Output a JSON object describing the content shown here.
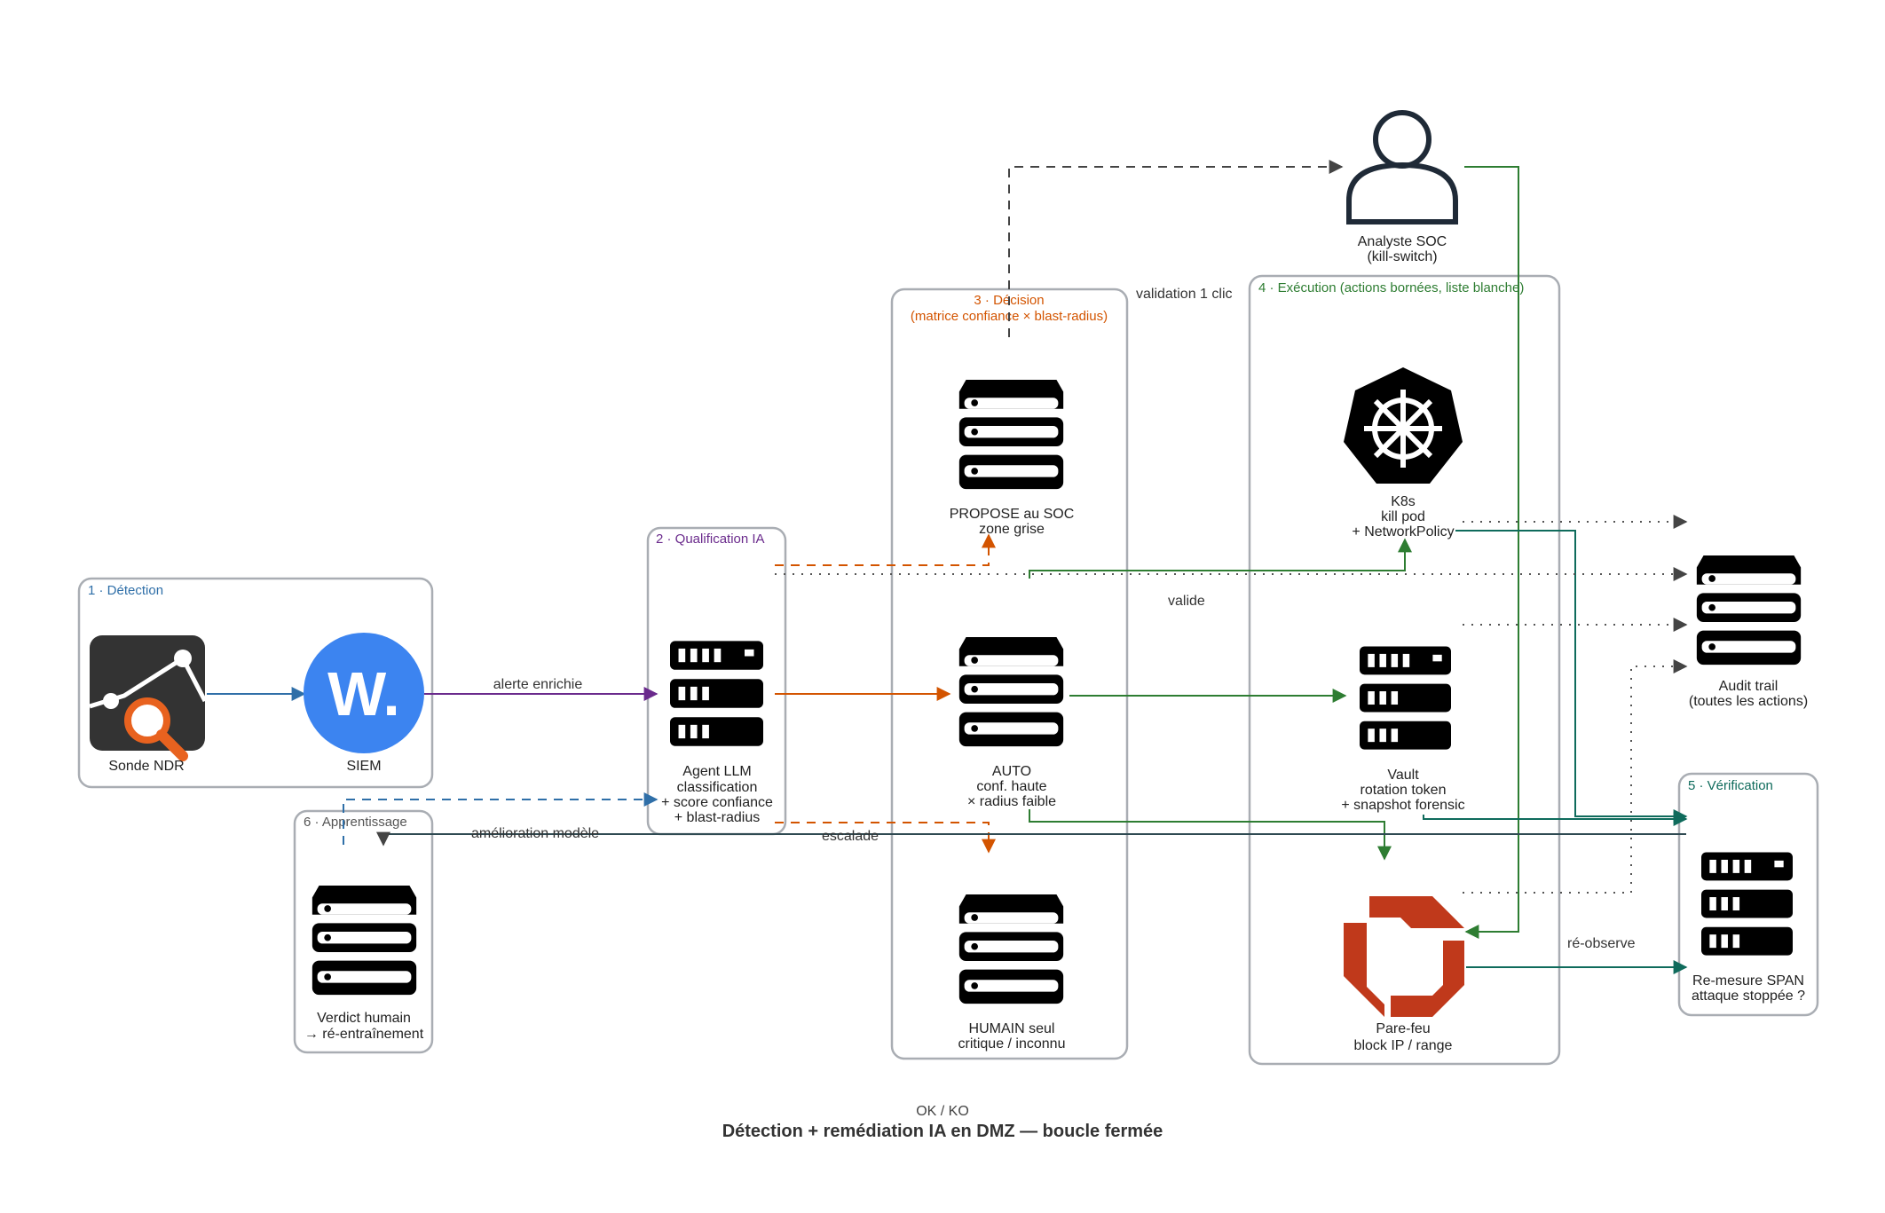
{
  "groups": {
    "detection": {
      "label": "1 · Détection"
    },
    "qualification": {
      "label": "2 · Qualification IA"
    },
    "decision": {
      "label_line1": "3 · Décision",
      "label_line2": "(matrice confiance × blast-radius)"
    },
    "execution": {
      "label": "4 · Exécution (actions bornées, liste blanche)"
    },
    "verification": {
      "label": "5 · Vérification"
    },
    "apprentissage": {
      "label": "6 · Apprentissage"
    }
  },
  "nodes": {
    "ndr": {
      "lines": [
        "Sonde NDR"
      ],
      "icon": "ndr-probe-icon"
    },
    "siem": {
      "lines": [
        "SIEM"
      ],
      "icon": "wazuh-logo",
      "logo_text": "W."
    },
    "agent_llm": {
      "lines": [
        "Agent LLM",
        "classification",
        "+ score confiance",
        "+ blast-radius"
      ],
      "icon": "server-icon"
    },
    "propose": {
      "lines": [
        "PROPOSE au SOC",
        "zone grise"
      ],
      "icon": "database-icon"
    },
    "auto": {
      "lines": [
        "AUTO",
        "conf. haute",
        "× radius faible"
      ],
      "icon": "database-icon"
    },
    "humain": {
      "lines": [
        "HUMAIN seul",
        "critique / inconnu"
      ],
      "icon": "database-icon"
    },
    "analyste": {
      "lines": [
        "Analyste SOC",
        "(kill-switch)"
      ],
      "icon": "user-icon"
    },
    "k8s": {
      "lines": [
        "K8s",
        "kill pod",
        "+ NetworkPolicy"
      ],
      "icon": "kubernetes-icon"
    },
    "vault": {
      "lines": [
        "Vault",
        "rotation token",
        "+ snapshot forensic"
      ],
      "icon": "server-icon"
    },
    "parefeu": {
      "lines": [
        "Pare-feu",
        "block IP / range"
      ],
      "icon": "firewall-icon"
    },
    "audit": {
      "lines": [
        "Audit trail",
        "(toutes les actions)"
      ],
      "icon": "database-icon"
    },
    "remesure": {
      "lines": [
        "Re-mesure SPAN",
        "attaque stoppée ?"
      ],
      "icon": "server-icon"
    },
    "verdict": {
      "lines": [
        "Verdict humain",
        "→ ré-entraînement"
      ],
      "icon": "database-icon"
    }
  },
  "edges": {
    "alerte": "alerte enrichie",
    "validation": "validation 1 clic",
    "valide": "valide",
    "escalade": "escalade",
    "amelioration": "amélioration modèle",
    "reobserve": "ré-observe"
  },
  "colors": {
    "blue": "#2f6fa8",
    "purple": "#6a2a8c",
    "orange": "#d35400",
    "green": "#2e7d32",
    "teal": "#0f6b5c",
    "dark": "#4a4a4a",
    "firewall": "#c0391b",
    "wazuh": "#3c84f0"
  },
  "footer": {
    "okko": "OK / KO",
    "title": "Détection + remédiation IA en DMZ — boucle fermée"
  }
}
